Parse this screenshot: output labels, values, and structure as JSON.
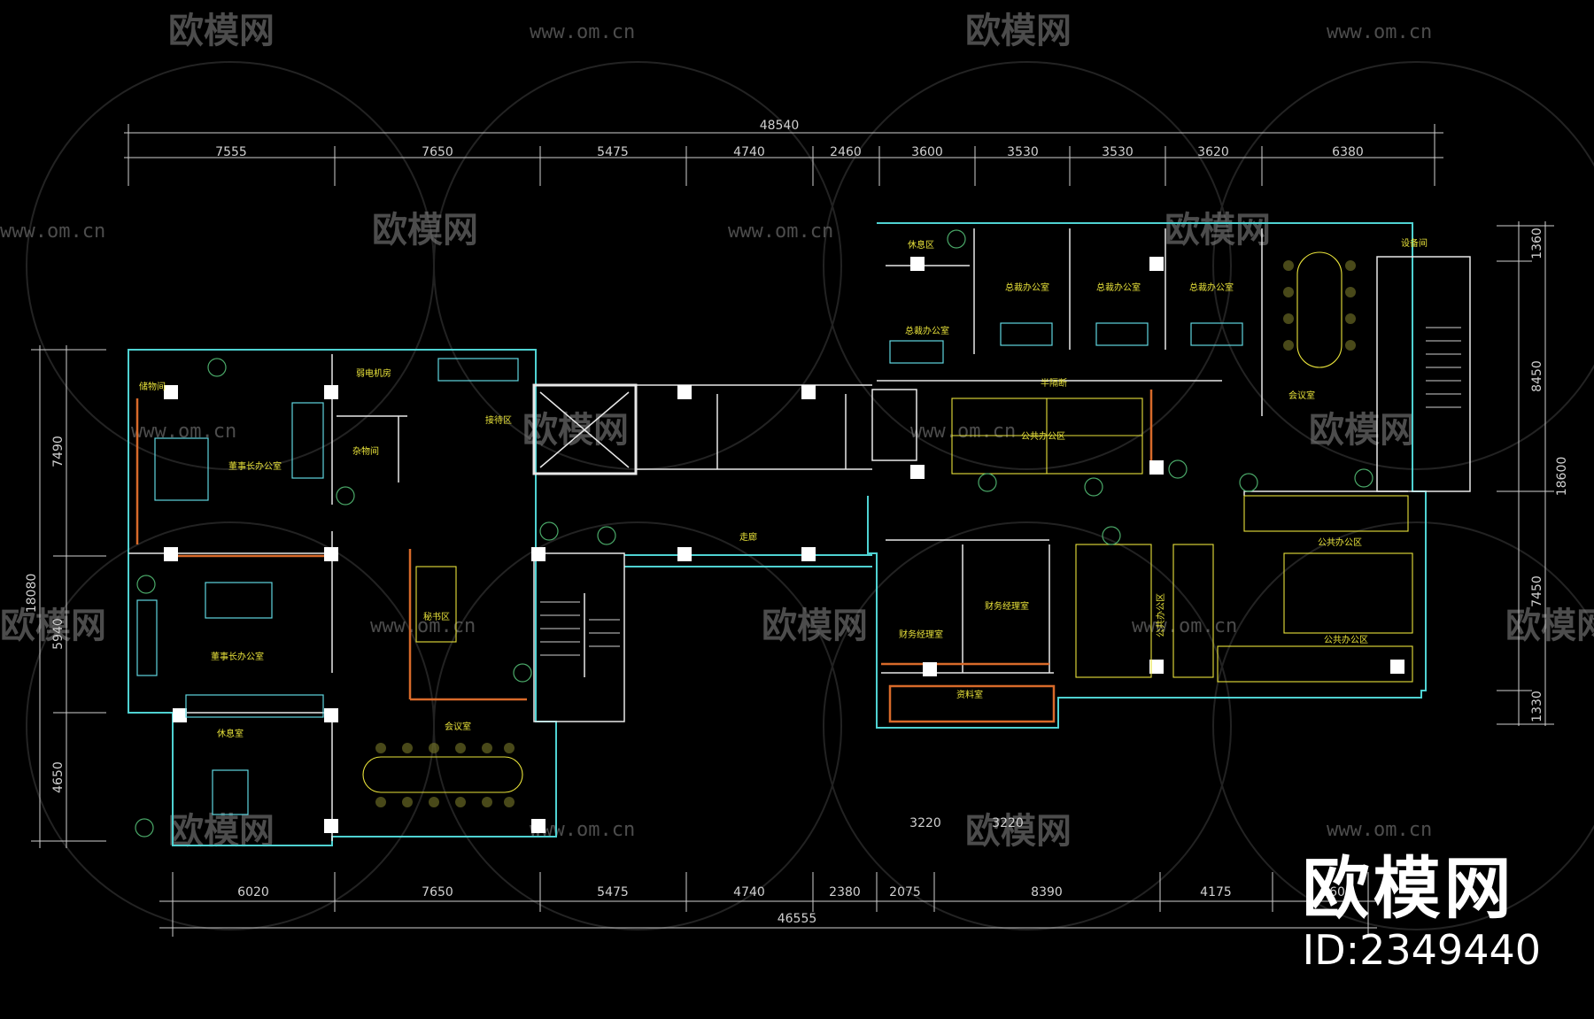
{
  "watermark": {
    "logo": "欧模网",
    "url": "www.om.cn"
  },
  "brand": {
    "logo": "欧模网",
    "id": "ID:2349440"
  },
  "dimensions": {
    "top_total": "48540",
    "top_segments": [
      "7555",
      "7650",
      "5475",
      "4740",
      "2460",
      "3600",
      "3530",
      "3530",
      "3620",
      "6380"
    ],
    "bottom_total": "46555",
    "bottom_segments": [
      "6020",
      "7650",
      "5475",
      "4740",
      "2380",
      "2075",
      "8390",
      "4175",
      "5600"
    ],
    "left_total": "18080",
    "left_segments": [
      "7490",
      "5940",
      "4650"
    ],
    "right_total": "18600",
    "right_segments": [
      "1360",
      "8450",
      "7450",
      "1330"
    ],
    "lower_inner": [
      "3220",
      "3220"
    ]
  },
  "rooms": {
    "storage": "储物间",
    "chairman_office_1": "董事长办公室",
    "weak_current": "弱电机房",
    "sundries": "杂物间",
    "reception": "接待区",
    "chairman_office_2": "董事长办公室",
    "secretary": "秘书区",
    "lounge": "休息室",
    "meeting_room": "会议室",
    "corridor": "走廊",
    "rest_area": "休息区",
    "ceo_office_1": "总裁办公室",
    "ceo_office_2": "总裁办公室",
    "ceo_office_3": "总裁办公室",
    "ceo_office_4": "总裁办公室",
    "equipment": "设备间",
    "boardroom": "会议室",
    "half_partition": "半隔断",
    "public_office_1": "公共办公区",
    "finance_manager_1": "财务经理室",
    "finance_manager_2": "财务经理室",
    "data_room": "资料室",
    "public_office_2": "公共办公区",
    "public_office_3": "公共办公区",
    "public_office_4": "公共办公区"
  }
}
